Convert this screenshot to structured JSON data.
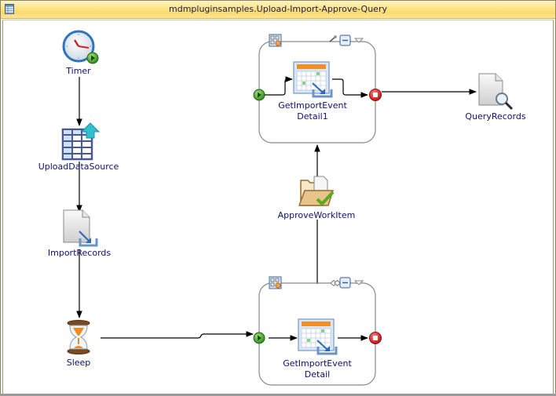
{
  "window": {
    "title": "mdmpluginsamples.Upload-Import-Approve-Query",
    "icon": "table-icon"
  },
  "nodes": {
    "timer": {
      "label": "Timer",
      "icon": "clock-start-icon"
    },
    "upload": {
      "label": "UploadDataSource",
      "icon": "table-upload-icon"
    },
    "import": {
      "label": "ImportRecords",
      "icon": "document-import-icon"
    },
    "sleep": {
      "label": "Sleep",
      "icon": "hourglass-icon"
    },
    "approve": {
      "label": "ApproveWorkItem",
      "icon": "folder-check-icon"
    },
    "query": {
      "label": "QueryRecords",
      "icon": "document-search-icon"
    },
    "group_top": {
      "line1": "GetImportEvent",
      "line2": "Detail1",
      "icon": "calendar-import-icon"
    },
    "group_bottom": {
      "line1": "GetImportEvent",
      "line2": "Detail",
      "icon": "calendar-import-icon"
    }
  },
  "colors": {
    "label": "#101070",
    "start": "#3a9a2a",
    "end": "#d42020",
    "connector": "#000000",
    "group_border": "#8a8a8a"
  }
}
